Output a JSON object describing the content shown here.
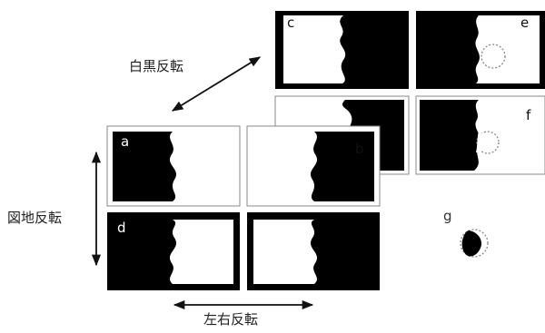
{
  "labels": {
    "bw_invert": "白黒反転",
    "figure_ground": "図地反転",
    "lr_invert": "左右反転"
  },
  "panels": {
    "a": "a",
    "b": "b",
    "c": "c",
    "d": "d",
    "e": "e",
    "f": "f",
    "g": "g"
  }
}
